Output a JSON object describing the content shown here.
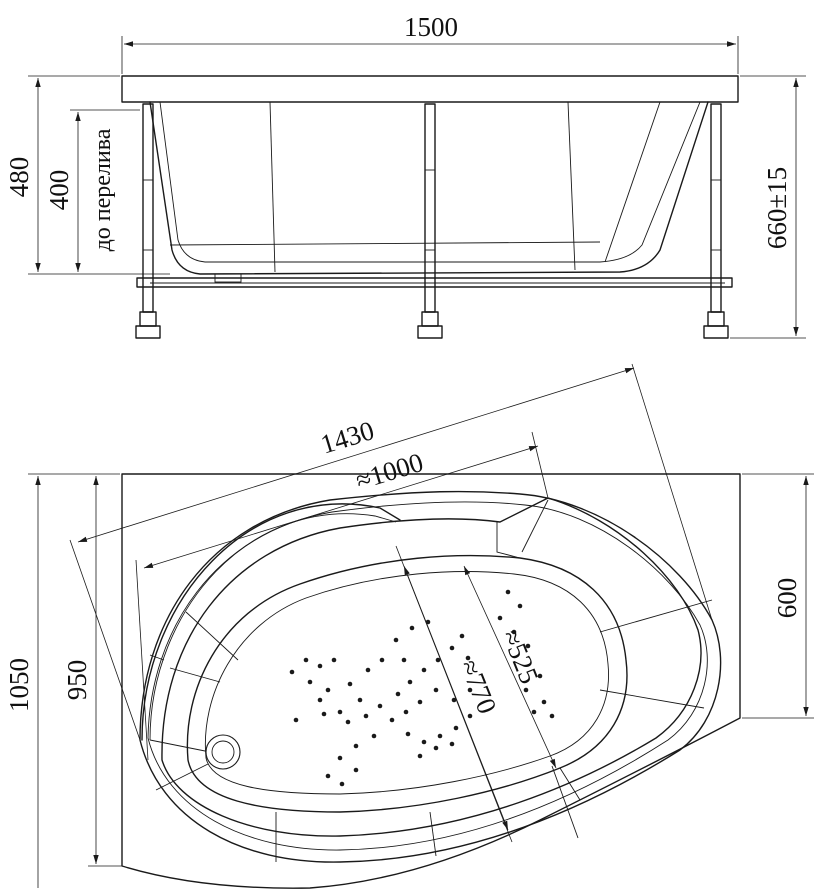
{
  "side_view": {
    "width_label": "1500",
    "height_label": "480",
    "overflow_height_label": "400",
    "overflow_caption": "до перелива",
    "total_height_label": "660±15"
  },
  "top_view": {
    "length_label": "1430",
    "inner_length_label": "≈1000",
    "basin_length_label": "≈770",
    "basin_width_label": "≈525",
    "depth_label": "1050",
    "depth_inner_label": "950",
    "right_depth_label": "600"
  }
}
